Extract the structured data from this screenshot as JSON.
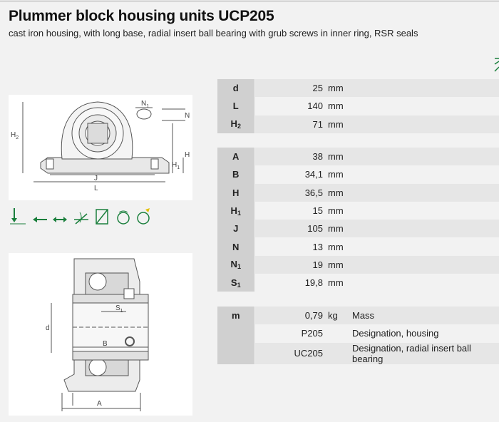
{
  "header": {
    "title": "Plummer block housing units UCP205",
    "subtitle": "cast iron housing, with long base, radial insert ball bearing with grub screws in inner ring, RSR seals"
  },
  "drawing_top": {
    "labels": {
      "n1": "N",
      "n1_sub": "1",
      "n": "N",
      "h2": "H",
      "h2_sub": "2",
      "h": "H",
      "h1": "H",
      "h1_sub": "1",
      "j": "J",
      "l": "L"
    }
  },
  "drawing_bottom": {
    "labels": {
      "s1": "S",
      "s1_sub": "1",
      "d": "d",
      "b": "B",
      "a": "A"
    }
  },
  "icons": [
    "radial-load-icon",
    "axial-load-icon",
    "bidirectional-axial-load-icon",
    "misalignment-icon",
    "relubrication-icon",
    "sealed-icon",
    "rotation-icon"
  ],
  "colors": {
    "icon_green": "#1a7f3c",
    "symbol_cell": "#d0d0d0",
    "row_shade": "#e6e6e6"
  },
  "table1": [
    {
      "sym": "d",
      "sub": "",
      "value": "25",
      "unit": "mm"
    },
    {
      "sym": "L",
      "sub": "",
      "value": "140",
      "unit": "mm"
    },
    {
      "sym": "H",
      "sub": "2",
      "value": "71",
      "unit": "mm"
    }
  ],
  "table2": [
    {
      "sym": "A",
      "sub": "",
      "value": "38",
      "unit": "mm"
    },
    {
      "sym": "B",
      "sub": "",
      "value": "34,1",
      "unit": "mm"
    },
    {
      "sym": "H",
      "sub": "",
      "value": "36,5",
      "unit": "mm"
    },
    {
      "sym": "H",
      "sub": "1",
      "value": "15",
      "unit": "mm"
    },
    {
      "sym": "J",
      "sub": "",
      "value": "105",
      "unit": "mm"
    },
    {
      "sym": "N",
      "sub": "",
      "value": "13",
      "unit": "mm"
    },
    {
      "sym": "N",
      "sub": "1",
      "value": "19",
      "unit": "mm"
    },
    {
      "sym": "S",
      "sub": "1",
      "value": "19,8",
      "unit": "mm"
    }
  ],
  "table3": [
    {
      "sym": "m",
      "value": "0,79",
      "unit": "kg",
      "desc": "Mass"
    },
    {
      "sym": "",
      "value": "P205",
      "unit": "",
      "desc": "Designation, housing"
    },
    {
      "sym": "",
      "value": "UC205",
      "unit": "",
      "desc": "Designation, radial insert ball bearing"
    }
  ]
}
